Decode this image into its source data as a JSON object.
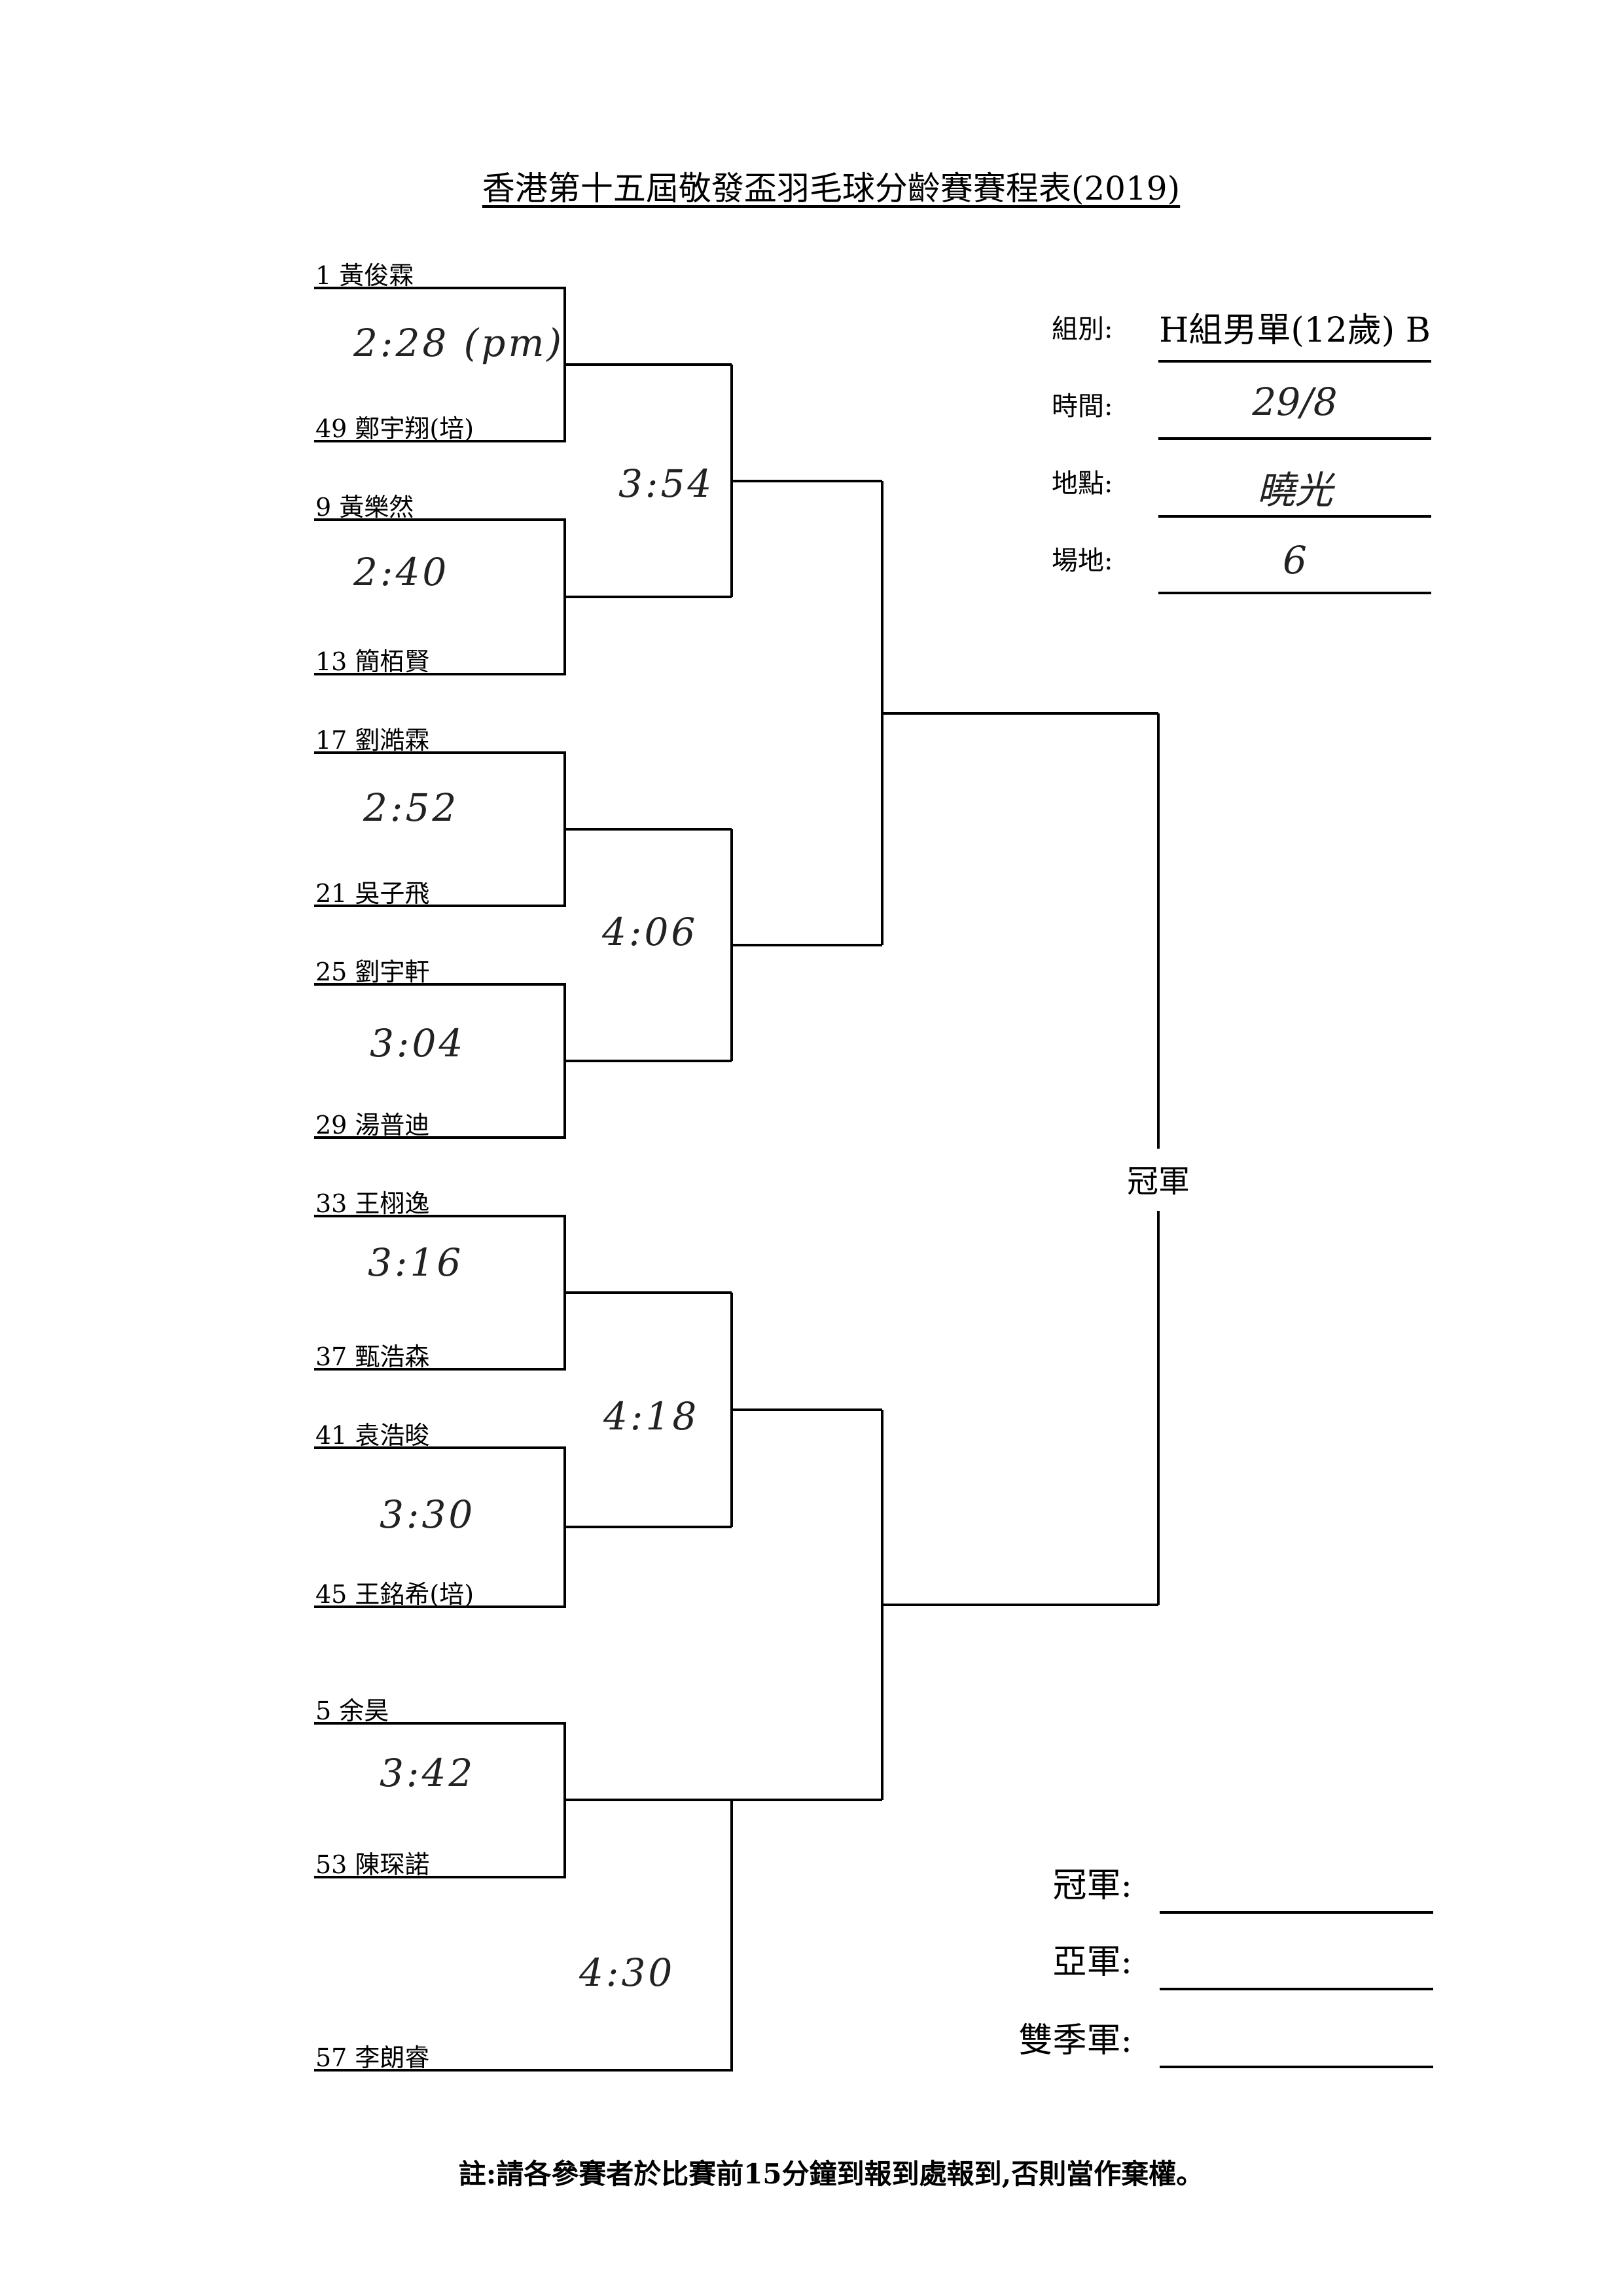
{
  "title": "香港第十五屆敬發盃羽毛球分齡賽賽程表(2019)",
  "info": {
    "group_label": "組別:",
    "group_value": "H組男單(12歲) B",
    "date_label": "時間:",
    "date_value": "29/8",
    "venue_label": "地點:",
    "venue_value": "曉光",
    "court_label": "場地:",
    "court_value": "6"
  },
  "players": [
    "1 黃俊霖",
    "49 鄭宇翔(培)",
    "9 黃樂然",
    "13 簡栢賢",
    "17 劉澔霖",
    "21 吳子飛",
    "25 劉宇軒",
    "29 湯普迪",
    "33 王栩逸",
    "37 甄浩森",
    "41 袁浩晙",
    "45 王銘希(培)",
    "5 余昊",
    "53 陳琛諾",
    "57 李朗睿"
  ],
  "round1_times": [
    "2:28 (pm)",
    "2:40",
    "2:52",
    "3:04",
    "3:16",
    "3:30",
    "3:42"
  ],
  "round2_times": [
    "3:54",
    "4:06",
    "4:18",
    "4:30"
  ],
  "champion_label": "冠軍",
  "results": {
    "champion": "冠軍:",
    "runner_up": "亞軍:",
    "semi_finalists": "雙季軍:"
  },
  "footnote": "註:請各參賽者於比賽前15分鐘到報到處報到,否則當作棄權。"
}
